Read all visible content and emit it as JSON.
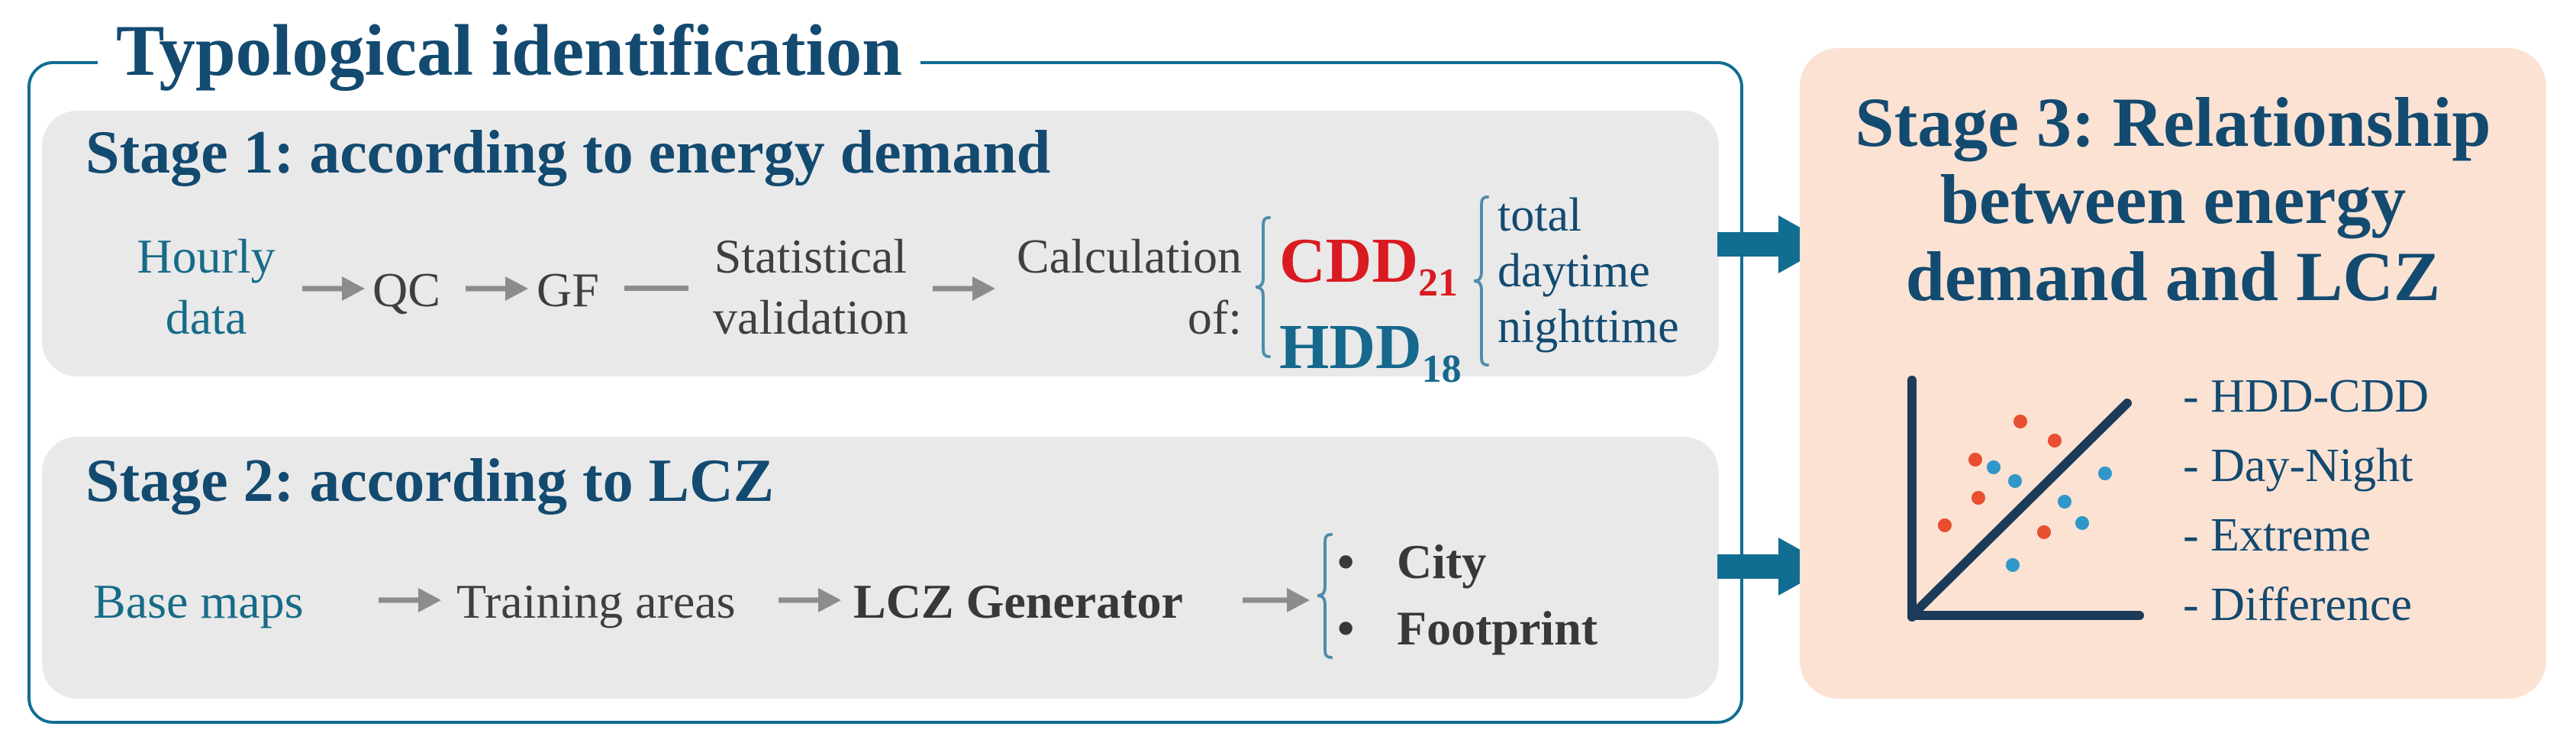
{
  "colors": {
    "frame_teal": "#116d92",
    "navy_text": "#134a70",
    "teal_text": "#176b88",
    "gray_box": "#e9e9e9",
    "gray_text": "#3f3f3f",
    "gray_arrow": "#8c8c8c",
    "cdd_red": "#d91b21",
    "hdd_teal": "#16688c",
    "brace_blue": "#4e8cab",
    "stage3_peach": "#fbe2d3",
    "scatter_axis_navy": "#1b3b58",
    "scatter_dot_red": "#e94e30",
    "scatter_dot_blue": "#2f97c9"
  },
  "icons": {
    "flow_arrow": "gray right arrow",
    "dash_connector": "gray horizontal line",
    "brace": "blue curly bracket",
    "block_arrow": "solid teal right block arrow",
    "scatter_plot": "axes with diagonal line, red and blue dots"
  },
  "frame": {
    "title": "Typological identification"
  },
  "stage1": {
    "heading": "Stage 1: according to energy demand",
    "flow": {
      "hourly": {
        "line1": "Hourly",
        "line2": "data"
      },
      "qc": "QC",
      "gf": "GF",
      "stat": {
        "line1": "Statistical",
        "line2": "validation"
      },
      "calc": {
        "line1": "Calculation",
        "line2": "of:"
      },
      "cdd": {
        "base": "CDD",
        "sub": "21"
      },
      "hdd": {
        "base": "HDD",
        "sub": "18"
      },
      "scopes": [
        "total",
        "daytime",
        "nighttime"
      ]
    }
  },
  "stage2": {
    "heading": "Stage 2: according to LCZ",
    "flow": {
      "base_maps": "Base maps",
      "training_areas": "Training areas",
      "generator": "LCZ Generator",
      "outputs": [
        {
          "bullet": "•",
          "label": "City"
        },
        {
          "bullet": "•",
          "label": "Footprint"
        }
      ]
    }
  },
  "stage3": {
    "title_line1": "Stage 3: Relationship",
    "title_line2": "between energy",
    "title_line3": "demand and LCZ",
    "items": [
      {
        "dash": "-",
        "label": "HDD-CDD"
      },
      {
        "dash": "-",
        "label": "Day-Night"
      },
      {
        "dash": "-",
        "label": "Extreme"
      },
      {
        "dash": "-",
        "label": "Difference"
      }
    ]
  }
}
